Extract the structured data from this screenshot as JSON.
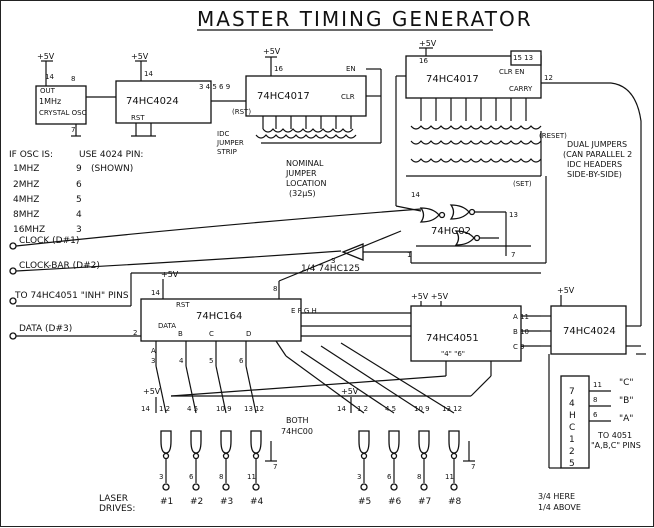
{
  "title": "MASTER TIMING GENERATOR",
  "supply": "+5V",
  "chips": {
    "osc": "1MHz\nCRYSTAL OSC",
    "osc_out": "OUT",
    "c4024": "74HC4024",
    "c4017a": "74HC4017",
    "c4017b": "74HC4017",
    "c4017b_carry": "CARRY",
    "c4017b_clr": "CLR",
    "c4017b_en": "EN",
    "c4017a_clr": "CLR",
    "c4017a_en": "EN",
    "rst": "RST",
    "c02": "74HC02",
    "c125": "1/4 74HC125",
    "c164": "74HC164",
    "c164_data": "DATA",
    "c164_rst": "RST",
    "c4051": "74HC4051",
    "c4024b": "74HC4024",
    "c125v": "74HC125",
    "both00": "BOTH\n74HC00"
  },
  "notes": {
    "idc": "IDC\nJUMPER\nSTRIP",
    "rst_bus": "(RST)",
    "nominal": "NOMINAL\nJUMPER\nLOCATION\n(32µS)",
    "dual": "DUAL JUMPERS\n(CAN PARALLEL 2\nIDC HEADERS\nSIDE-BY-SIDE)",
    "reset_tag": "(RESET)",
    "set_tag": "(SET)",
    "here_above": "3/4 HERE\n1/4 ABOVE",
    "to4051": "TO 4051\n\"A,B,C\" PINS"
  },
  "osc_table": {
    "header_left": "IF OSC IS:",
    "header_right": "USE 4024 PIN:",
    "rows": [
      {
        "freq": "1MHZ",
        "pin": "9",
        "note": "(SHOWN)"
      },
      {
        "freq": "2MHZ",
        "pin": "6",
        "note": ""
      },
      {
        "freq": "4MHZ",
        "pin": "5",
        "note": ""
      },
      {
        "freq": "8MHZ",
        "pin": "4",
        "note": ""
      },
      {
        "freq": "16MHZ",
        "pin": "3",
        "note": ""
      }
    ]
  },
  "signals": {
    "clock": "CLOCK (D#1)",
    "clock_bar": "CLOCK-BAR (D#2)",
    "inh": "TO 74HC4051 \"INH\" PINS",
    "data": "DATA (D#3)",
    "abc_c": "\"C\"",
    "abc_b": "\"B\"",
    "abc_a": "\"A\""
  },
  "laser": {
    "label": "LASER\nDRIVES:",
    "drives": [
      "#1",
      "#2",
      "#3",
      "#4",
      "#5",
      "#6",
      "#7",
      "#8"
    ]
  }
}
